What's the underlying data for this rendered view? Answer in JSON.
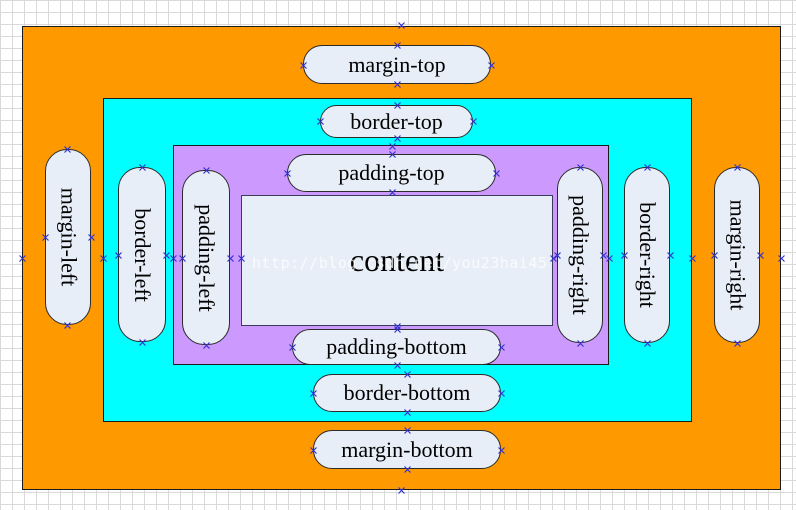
{
  "labels": {
    "margin_top": "margin-top",
    "margin_bottom": "margin-bottom",
    "margin_left": "margin-left",
    "margin_right": "margin-right",
    "border_top": "border-top",
    "border_bottom": "border-bottom",
    "border_left": "border-left",
    "border_right": "border-right",
    "padding_top": "padding-top",
    "padding_bottom": "padding-bottom",
    "padding_left": "padding-left",
    "padding_right": "padding-right",
    "content": "content"
  },
  "watermark": "http://blog.csdn.net/you23hai45",
  "colors": {
    "margin": "#ff9900",
    "border": "#00ffff",
    "padding": "#cc99ff",
    "content": "#e8eef8",
    "pill_fill": "#e8eef8",
    "connector": "#3333cc"
  },
  "icons": {
    "connection_point": "x-mark-icon"
  }
}
